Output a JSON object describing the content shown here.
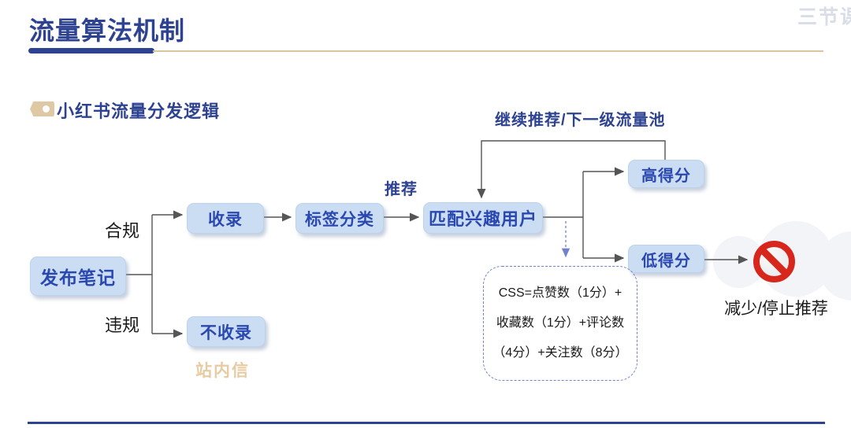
{
  "header": {
    "title": "流量算法机制",
    "watermark": "三节课"
  },
  "section": {
    "label": "小红书流量分发逻辑"
  },
  "flow": {
    "nodes": {
      "publish": "发布笔记",
      "included": "收录",
      "not_included": "不收录",
      "tag_classify": "标签分类",
      "match_users": "匹配兴趣用户",
      "high_score": "高得分",
      "low_score": "低得分"
    },
    "labels": {
      "compliant": "合规",
      "violation": "违规",
      "recommend": "推荐",
      "continue_pool": "继续推荐/下一级流量池",
      "site_message": "站内信",
      "reduce_stop": "减少/停止推荐"
    },
    "formula": {
      "line1": "CSS=点赞数（1分）+",
      "line2": "收藏数（1分）+评论数",
      "line3": "（4分）+关注数（8分）"
    }
  },
  "icons": {
    "tag": "tag-icon",
    "prohibition": "prohibition-icon"
  },
  "colors": {
    "accent_blue": "#2D4291",
    "node_fill": "#CBDDF3",
    "node_text": "#2B48B0",
    "tag_tan": "#DFC9A4",
    "site_message_tan": "#E7CBA2",
    "dashed_blue": "#7381CC",
    "ban_red": "#D7271D",
    "watermark_gray": "#D8DDE8",
    "line_gray": "#555555",
    "thin_rule_tan": "#D9C5A0"
  }
}
